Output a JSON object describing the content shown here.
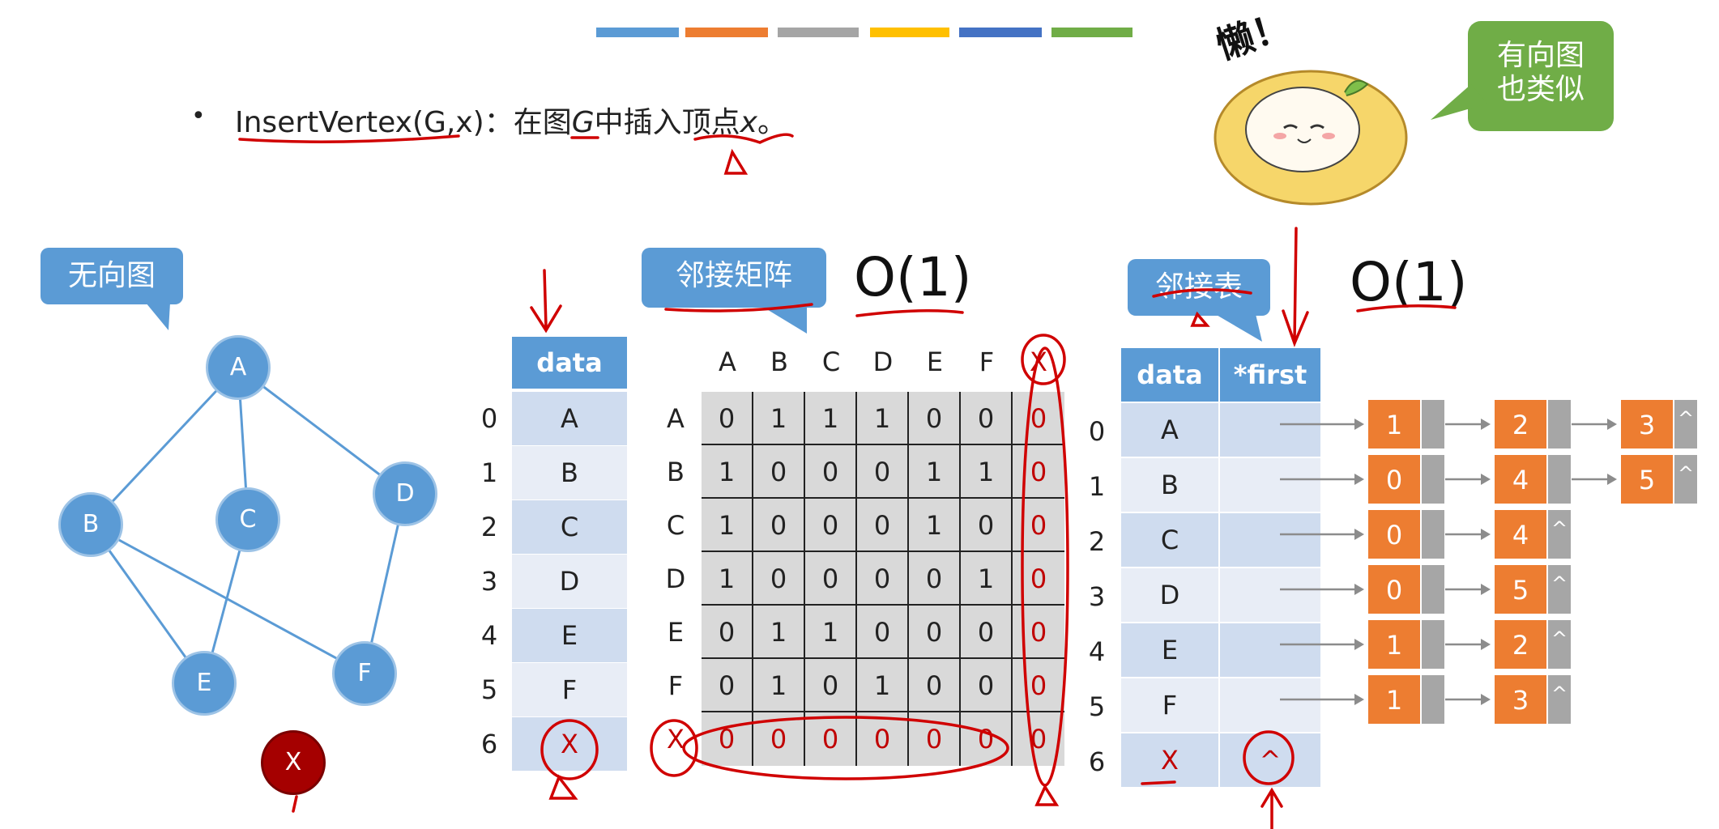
{
  "header": {
    "color_bars": [
      "#5b9bd5",
      "#ed7d31",
      "#a5a5a5",
      "#ffc000",
      "#4472c4",
      "#70ad47"
    ]
  },
  "bullet": {
    "symbol": "•",
    "func": "InsertVertex(G,x)",
    "sep": "：在图",
    "g": "G",
    "mid": "中插入顶点",
    "x": "x",
    "end": "。"
  },
  "mascot": {
    "exclaim": "懒！",
    "bubble_line1": "有向图",
    "bubble_line2": "也类似"
  },
  "graph": {
    "title": "无向图",
    "nodes": [
      "A",
      "B",
      "C",
      "D",
      "E",
      "F"
    ],
    "new_node": "X",
    "edges": [
      [
        "A",
        "B"
      ],
      [
        "A",
        "C"
      ],
      [
        "A",
        "D"
      ],
      [
        "B",
        "E"
      ],
      [
        "B",
        "F"
      ],
      [
        "C",
        "E"
      ],
      [
        "D",
        "F"
      ]
    ]
  },
  "vertex_table": {
    "header": "data",
    "indices": [
      "0",
      "1",
      "2",
      "3",
      "4",
      "5",
      "6"
    ],
    "rows": [
      "A",
      "B",
      "C",
      "D",
      "E",
      "F",
      "X"
    ]
  },
  "matrix": {
    "title": "邻接矩阵",
    "complexity": "O(1)",
    "col_labels": [
      "A",
      "B",
      "C",
      "D",
      "E",
      "F",
      "X"
    ],
    "row_labels": [
      "A",
      "B",
      "C",
      "D",
      "E",
      "F",
      "X"
    ],
    "values": [
      [
        "0",
        "1",
        "1",
        "1",
        "0",
        "0",
        "0"
      ],
      [
        "1",
        "0",
        "0",
        "0",
        "1",
        "1",
        "0"
      ],
      [
        "1",
        "0",
        "0",
        "0",
        "1",
        "0",
        "0"
      ],
      [
        "1",
        "0",
        "0",
        "0",
        "0",
        "1",
        "0"
      ],
      [
        "0",
        "1",
        "1",
        "0",
        "0",
        "0",
        "0"
      ],
      [
        "0",
        "1",
        "0",
        "1",
        "0",
        "0",
        "0"
      ],
      [
        "0",
        "0",
        "0",
        "0",
        "0",
        "0",
        "0"
      ]
    ]
  },
  "adj_list": {
    "title": "邻接表",
    "complexity": "O(1)",
    "col_data": "data",
    "col_first": "*first",
    "indices": [
      "0",
      "1",
      "2",
      "3",
      "4",
      "5",
      "6"
    ],
    "rows": [
      "A",
      "B",
      "C",
      "D",
      "E",
      "F",
      "X"
    ],
    "x_first": "^",
    "null_sym": "^",
    "lists": [
      [
        "1",
        "2",
        "3"
      ],
      [
        "0",
        "4",
        "5"
      ],
      [
        "0",
        "4"
      ],
      [
        "0",
        "5"
      ],
      [
        "1",
        "2"
      ],
      [
        "1",
        "3"
      ]
    ]
  },
  "colors": {
    "accent": "#5b9bd5",
    "list_node": "#ed7d31",
    "ink_red": "#c00000",
    "new_node": "#a50000"
  }
}
